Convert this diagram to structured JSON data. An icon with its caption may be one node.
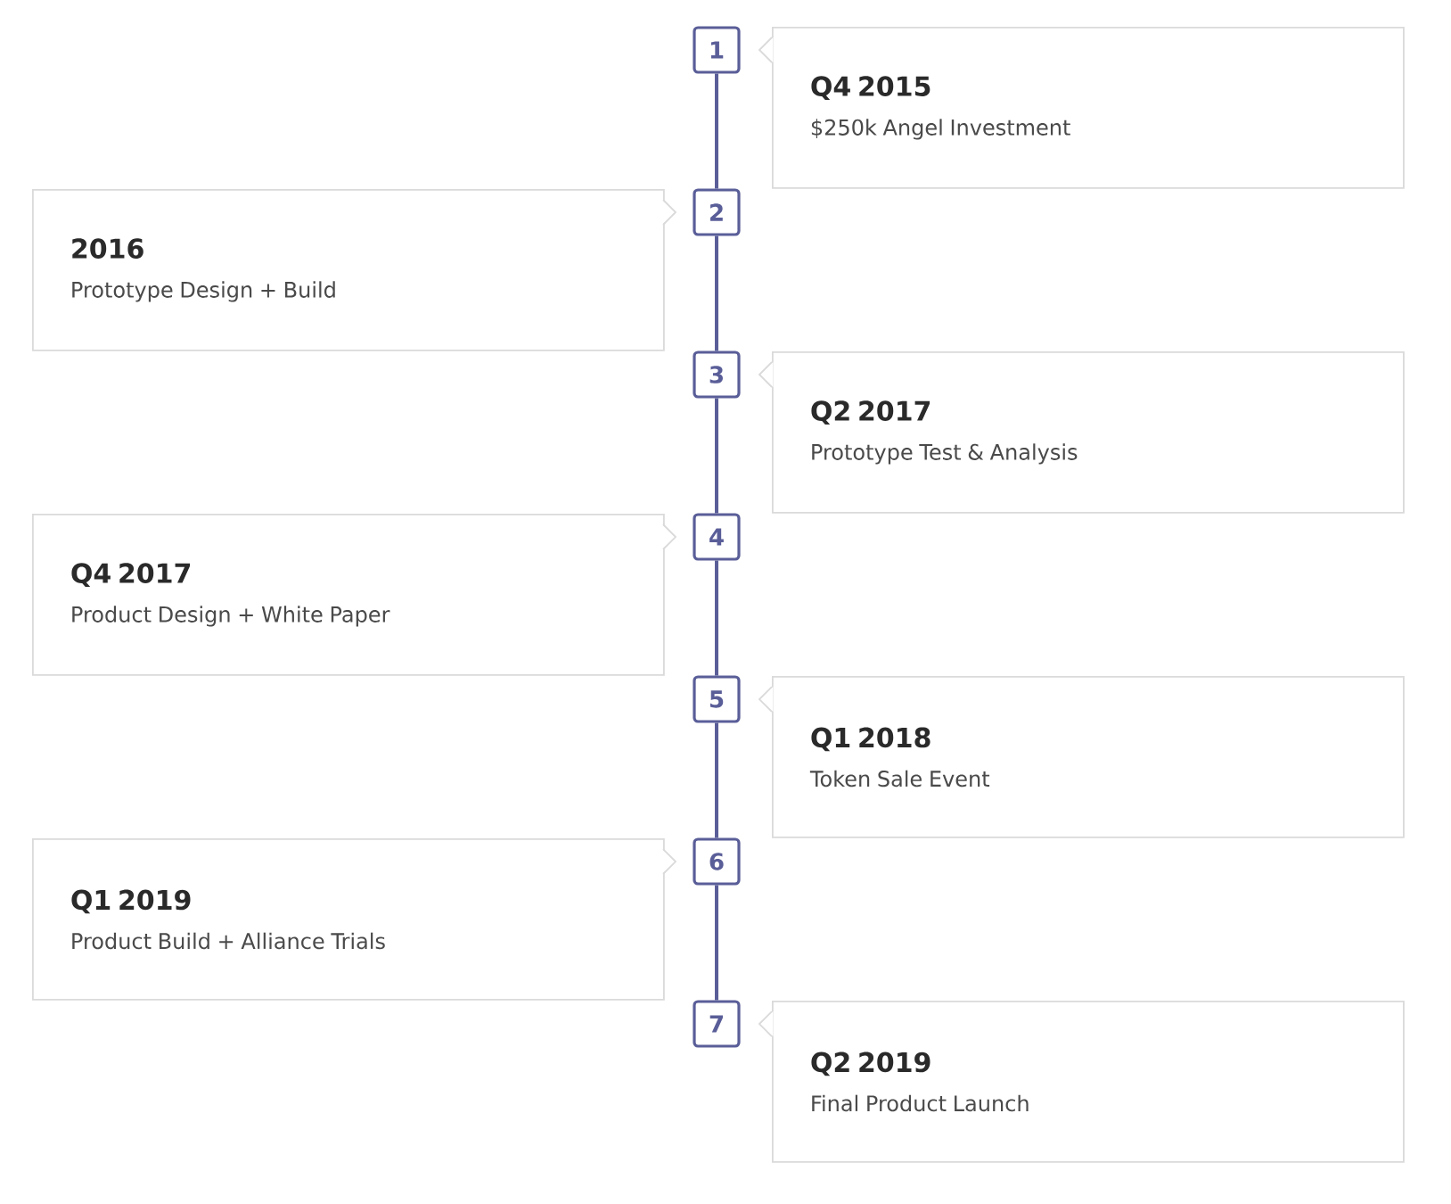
{
  "diagram": {
    "nodes": [
      {
        "text": [
          "1"
        ]
      },
      {
        "text": [
          "Q4 2015",
          "$250k Angel Investment"
        ]
      },
      {
        "text": [
          "2"
        ]
      },
      {
        "text": [
          "2016",
          "Prototype Design + Build"
        ]
      },
      {
        "text": [
          "3"
        ]
      },
      {
        "text": [
          "Q2 2017",
          "Prototype Test & Analysis"
        ]
      },
      {
        "text": [
          "4"
        ]
      },
      {
        "text": [
          "Q4 2017",
          "Product Design + White Paper"
        ]
      },
      {
        "text": [
          "5"
        ]
      },
      {
        "text": [
          "Q1 2018",
          "Token Sale Event"
        ]
      },
      {
        "text": [
          "6"
        ]
      },
      {
        "text": [
          "Q1 2019",
          "Product Build + Alliance Trials"
        ]
      },
      {
        "text": [
          "7"
        ]
      },
      {
        "text": [
          "Q2 2019",
          "Final Product Launch"
        ]
      }
    ],
    "edges": [
      {
        "from": 0,
        "to": 2,
        "arrow": "none"
      },
      {
        "from": 2,
        "to": 4,
        "arrow": "none"
      },
      {
        "from": 4,
        "to": 6,
        "arrow": "none"
      },
      {
        "from": 6,
        "to": 8,
        "arrow": "none"
      },
      {
        "from": 8,
        "to": 10,
        "arrow": "none"
      },
      {
        "from": 10,
        "to": 12,
        "arrow": "none"
      }
    ]
  }
}
